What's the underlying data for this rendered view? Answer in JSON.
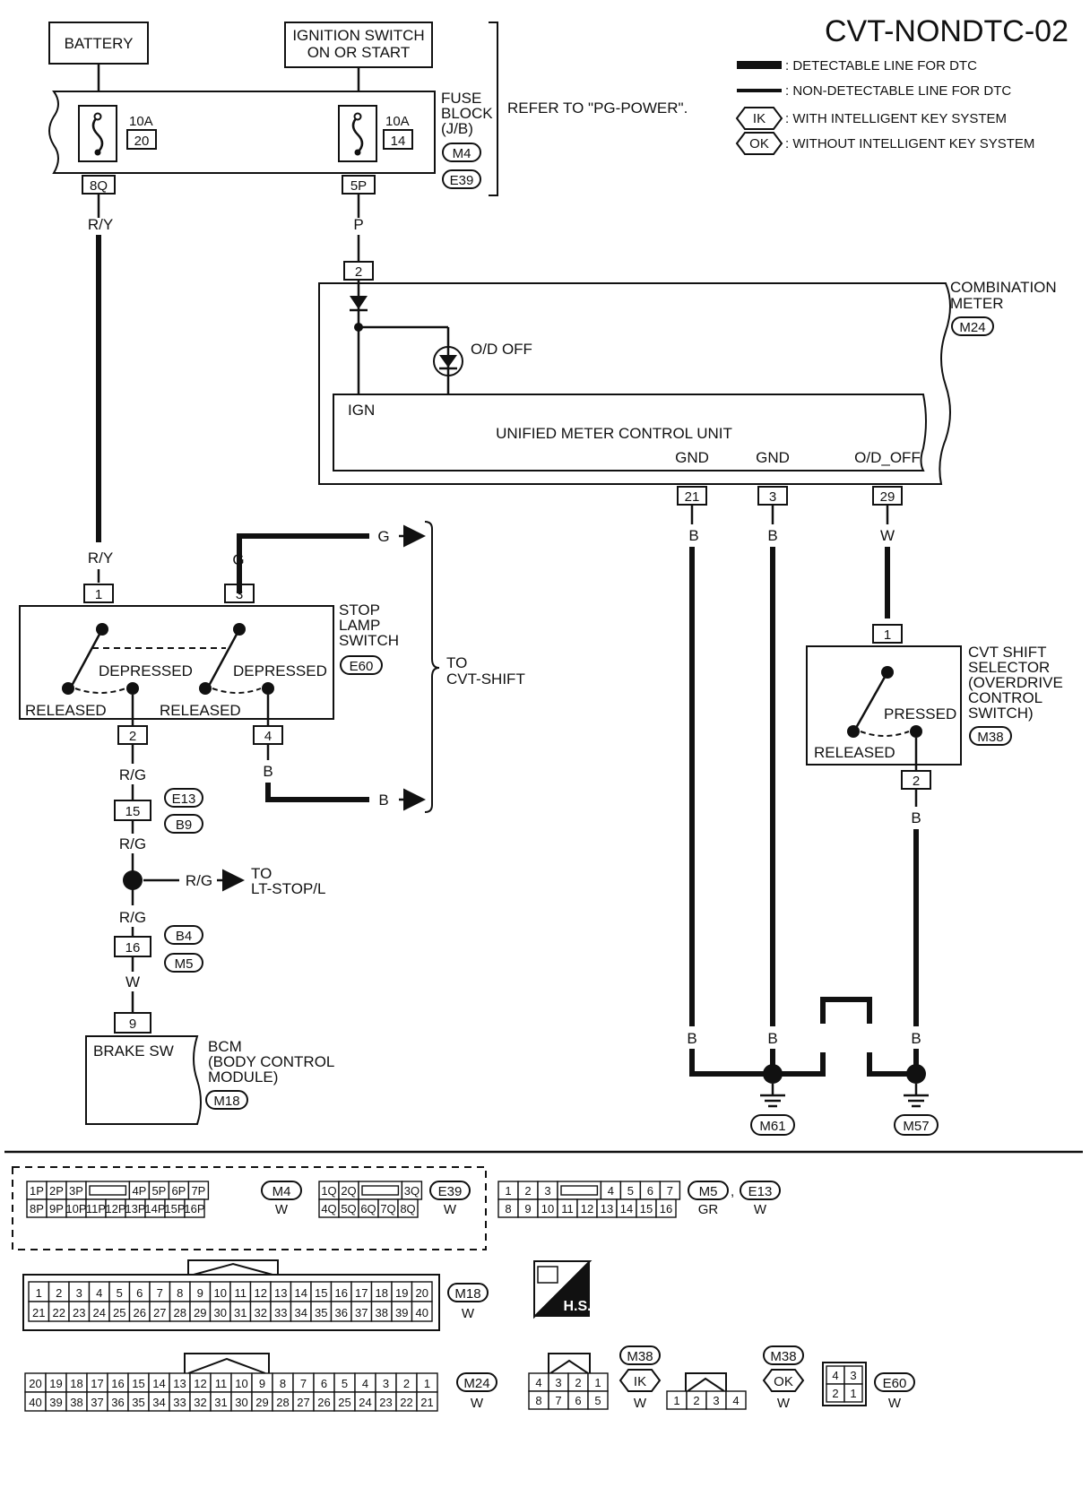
{
  "title": "CVT-NONDTC-02",
  "legend": {
    "detectable": ": DETECTABLE LINE FOR DTC",
    "non_detectable": ": NON-DETECTABLE LINE FOR DTC",
    "ik_tag": "IK",
    "ik_text": ": WITH INTELLIGENT KEY SYSTEM",
    "ok_tag": "OK",
    "ok_text": ": WITHOUT INTELLIGENT KEY SYSTEM"
  },
  "power": {
    "battery": "BATTERY",
    "ign_line1": "IGNITION SWITCH",
    "ign_line2": "ON OR START",
    "fuse1_amp": "10A",
    "fuse1_no": "20",
    "fuse2_amp": "10A",
    "fuse2_no": "14",
    "fuse_block_1": "FUSE",
    "fuse_block_2": "BLOCK",
    "fuse_block_3": "(J/B)",
    "fuse_conn1": "M4",
    "fuse_conn2": "E39",
    "refer": "REFER TO \"PG-POWER\".",
    "term_8q": "8Q",
    "term_5p": "5P",
    "wire_ry": "R/Y",
    "wire_p": "P"
  },
  "meter": {
    "label1": "COMBINATION",
    "label2": "METER",
    "conn": "M24",
    "pin2": "2",
    "od_off": "O/D OFF",
    "ign": "IGN",
    "unit": "UNIFIED METER CONTROL UNIT",
    "gnd1": "GND",
    "gnd2": "GND",
    "od_off_pin": "O/D_OFF",
    "pin21": "21",
    "pin3": "3",
    "pin29": "29",
    "wire_b": "B",
    "wire_w": "W"
  },
  "stop_lamp": {
    "label1": "STOP",
    "label2": "LAMP",
    "label3": "SWITCH",
    "conn": "E60",
    "pin1": "1",
    "pin3": "3",
    "pin2": "2",
    "pin4": "4",
    "depressed": "DEPRESSED",
    "released": "RELEASED",
    "wire_ry": "R/Y",
    "wire_g": "G",
    "wire_rg": "R/G",
    "wire_b": "B",
    "to1": "TO",
    "to2": "CVT-SHIFT"
  },
  "lower_left": {
    "conn_e13": "E13",
    "conn_b9": "B9",
    "pin15": "15",
    "wire_rg": "R/G",
    "to1": "TO",
    "to2": "LT-STOP/L",
    "conn_b4": "B4",
    "conn_m5": "M5",
    "pin16": "16",
    "wire_w": "W",
    "pin9": "9",
    "brake_sw": "BRAKE SW",
    "bcm1": "BCM",
    "bcm2": "(BODY CONTROL",
    "bcm3": "MODULE)",
    "bcm_conn": "M18"
  },
  "cvt_selector": {
    "label1": "CVT SHIFT",
    "label2": "SELECTOR",
    "label3": "(OVERDRIVE",
    "label4": "CONTROL",
    "label5": "SWITCH)",
    "conn": "M38",
    "pin1": "1",
    "pin2": "2",
    "pressed": "PRESSED",
    "released": "RELEASED",
    "wire_b": "B"
  },
  "grounds": {
    "m61": "M61",
    "m57": "M57",
    "wire_b": "B"
  },
  "connectors": {
    "m4": {
      "tag": "M4",
      "color": "W",
      "row1": [
        "1P",
        "2P",
        "3P",
        "",
        "4P",
        "5P",
        "6P",
        "7P"
      ],
      "row2": [
        "8P",
        "9P",
        "10P",
        "11P",
        "12P",
        "13P",
        "14P",
        "15P",
        "16P"
      ]
    },
    "e39": {
      "tag": "E39",
      "color": "W",
      "row1": [
        "1Q",
        "2Q",
        "",
        "3Q"
      ],
      "row2": [
        "4Q",
        "5Q",
        "6Q",
        "7Q",
        "8Q"
      ]
    },
    "m5": {
      "tag": "M5",
      "color": "GR",
      "row1": [
        "1",
        "2",
        "3",
        "",
        "4",
        "5",
        "6",
        "7"
      ],
      "row2": [
        "8",
        "9",
        "10",
        "11",
        "12",
        "13",
        "14",
        "15",
        "16"
      ]
    },
    "e13": {
      "tag": "E13",
      "color": "W"
    },
    "m18": {
      "tag": "M18",
      "color": "W",
      "row1": [
        "1",
        "2",
        "3",
        "4",
        "5",
        "6",
        "7",
        "8",
        "9",
        "10",
        "11",
        "12",
        "13",
        "14",
        "15",
        "16",
        "17",
        "18",
        "19",
        "20"
      ],
      "row2": [
        "21",
        "22",
        "23",
        "24",
        "25",
        "26",
        "27",
        "28",
        "29",
        "30",
        "31",
        "32",
        "33",
        "34",
        "35",
        "36",
        "37",
        "38",
        "39",
        "40"
      ]
    },
    "hs": "H.S.",
    "m24": {
      "tag": "M24",
      "color": "W",
      "row1": [
        "20",
        "19",
        "18",
        "17",
        "16",
        "15",
        "14",
        "13",
        "12",
        "11",
        "10",
        "9",
        "8",
        "7",
        "6",
        "5",
        "4",
        "3",
        "2",
        "1"
      ],
      "row2": [
        "40",
        "39",
        "38",
        "37",
        "36",
        "35",
        "34",
        "33",
        "32",
        "31",
        "30",
        "29",
        "28",
        "27",
        "26",
        "25",
        "24",
        "23",
        "22",
        "21"
      ]
    },
    "m38_ik": {
      "tag": "M38",
      "sub": "IK",
      "color": "W",
      "row1": [
        "4",
        "3",
        "2",
        "1"
      ],
      "row2": [
        "8",
        "7",
        "6",
        "5"
      ]
    },
    "m38_ok": {
      "tag": "M38",
      "sub": "OK",
      "color": "W",
      "row1": [
        "1",
        "2",
        "3",
        "4"
      ]
    },
    "e60": {
      "tag": "E60",
      "color": "W",
      "row1": [
        "4",
        "3"
      ],
      "row2": [
        "2",
        "1"
      ]
    }
  }
}
